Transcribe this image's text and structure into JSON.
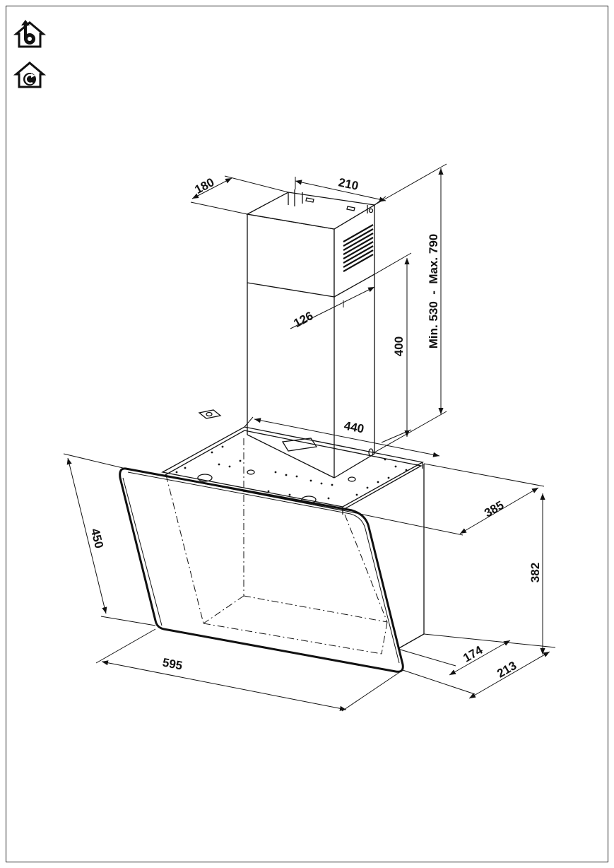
{
  "icons": {
    "extraction_mode": "duct-out-mode-icon",
    "recirculation_mode": "recirculation-mode-icon"
  },
  "dimensions": {
    "chimney_depth": "180",
    "chimney_width": "210",
    "chimney_height_range": "Min. 530  -  Max. 790",
    "lower_chimney_height": "400",
    "chimney_offset": "126",
    "base_width": "440",
    "canopy_depth": "385",
    "canopy_height": "382",
    "glass_height": "450",
    "hood_width": "595",
    "bottom_depth": "174",
    "total_depth": "213"
  }
}
